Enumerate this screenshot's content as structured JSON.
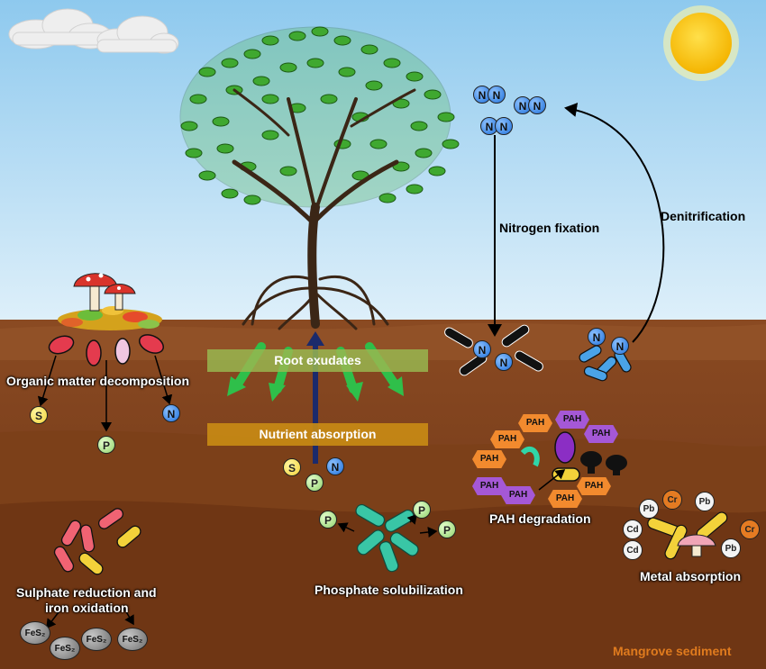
{
  "labels": {
    "root_exudates": "Root exudates",
    "nutrient_absorption": "Nutrient absorption",
    "organic_matter": "Organic matter decomposition",
    "nitrogen_fixation": "Nitrogen fixation",
    "denitrification": "Denitrification",
    "pah_degradation": "PAH degradation",
    "metal_absorption": "Metal absorption",
    "phosphate_solubilization": "Phosphate solubilization",
    "sulphate_line1": "Sulphate reduction and",
    "sulphate_line2": "iron oxidation",
    "mangrove_sediment": "Mangrove sediment"
  },
  "symbols": {
    "S": "S",
    "P": "P",
    "N": "N",
    "NN": "NN",
    "PAH": "PAH",
    "Cd": "Cd",
    "Pb": "Pb",
    "Cr": "Cr",
    "FeS2": "FeS₂"
  },
  "colors": {
    "sky": "#bfe1f5",
    "sediment": "#7a3f1c",
    "band_green": "#98b650",
    "band_brown": "#c98c14",
    "sediment_label": "#e07b1e",
    "arrow_green": "#2fbf4a",
    "arrow_navy": "#1b2a6b"
  },
  "icons": [
    "sun-icon",
    "cloud-icon",
    "tree-icon",
    "mushroom-icon",
    "leaf-litter-icon",
    "bacteria-icon",
    "arrow-icon"
  ]
}
